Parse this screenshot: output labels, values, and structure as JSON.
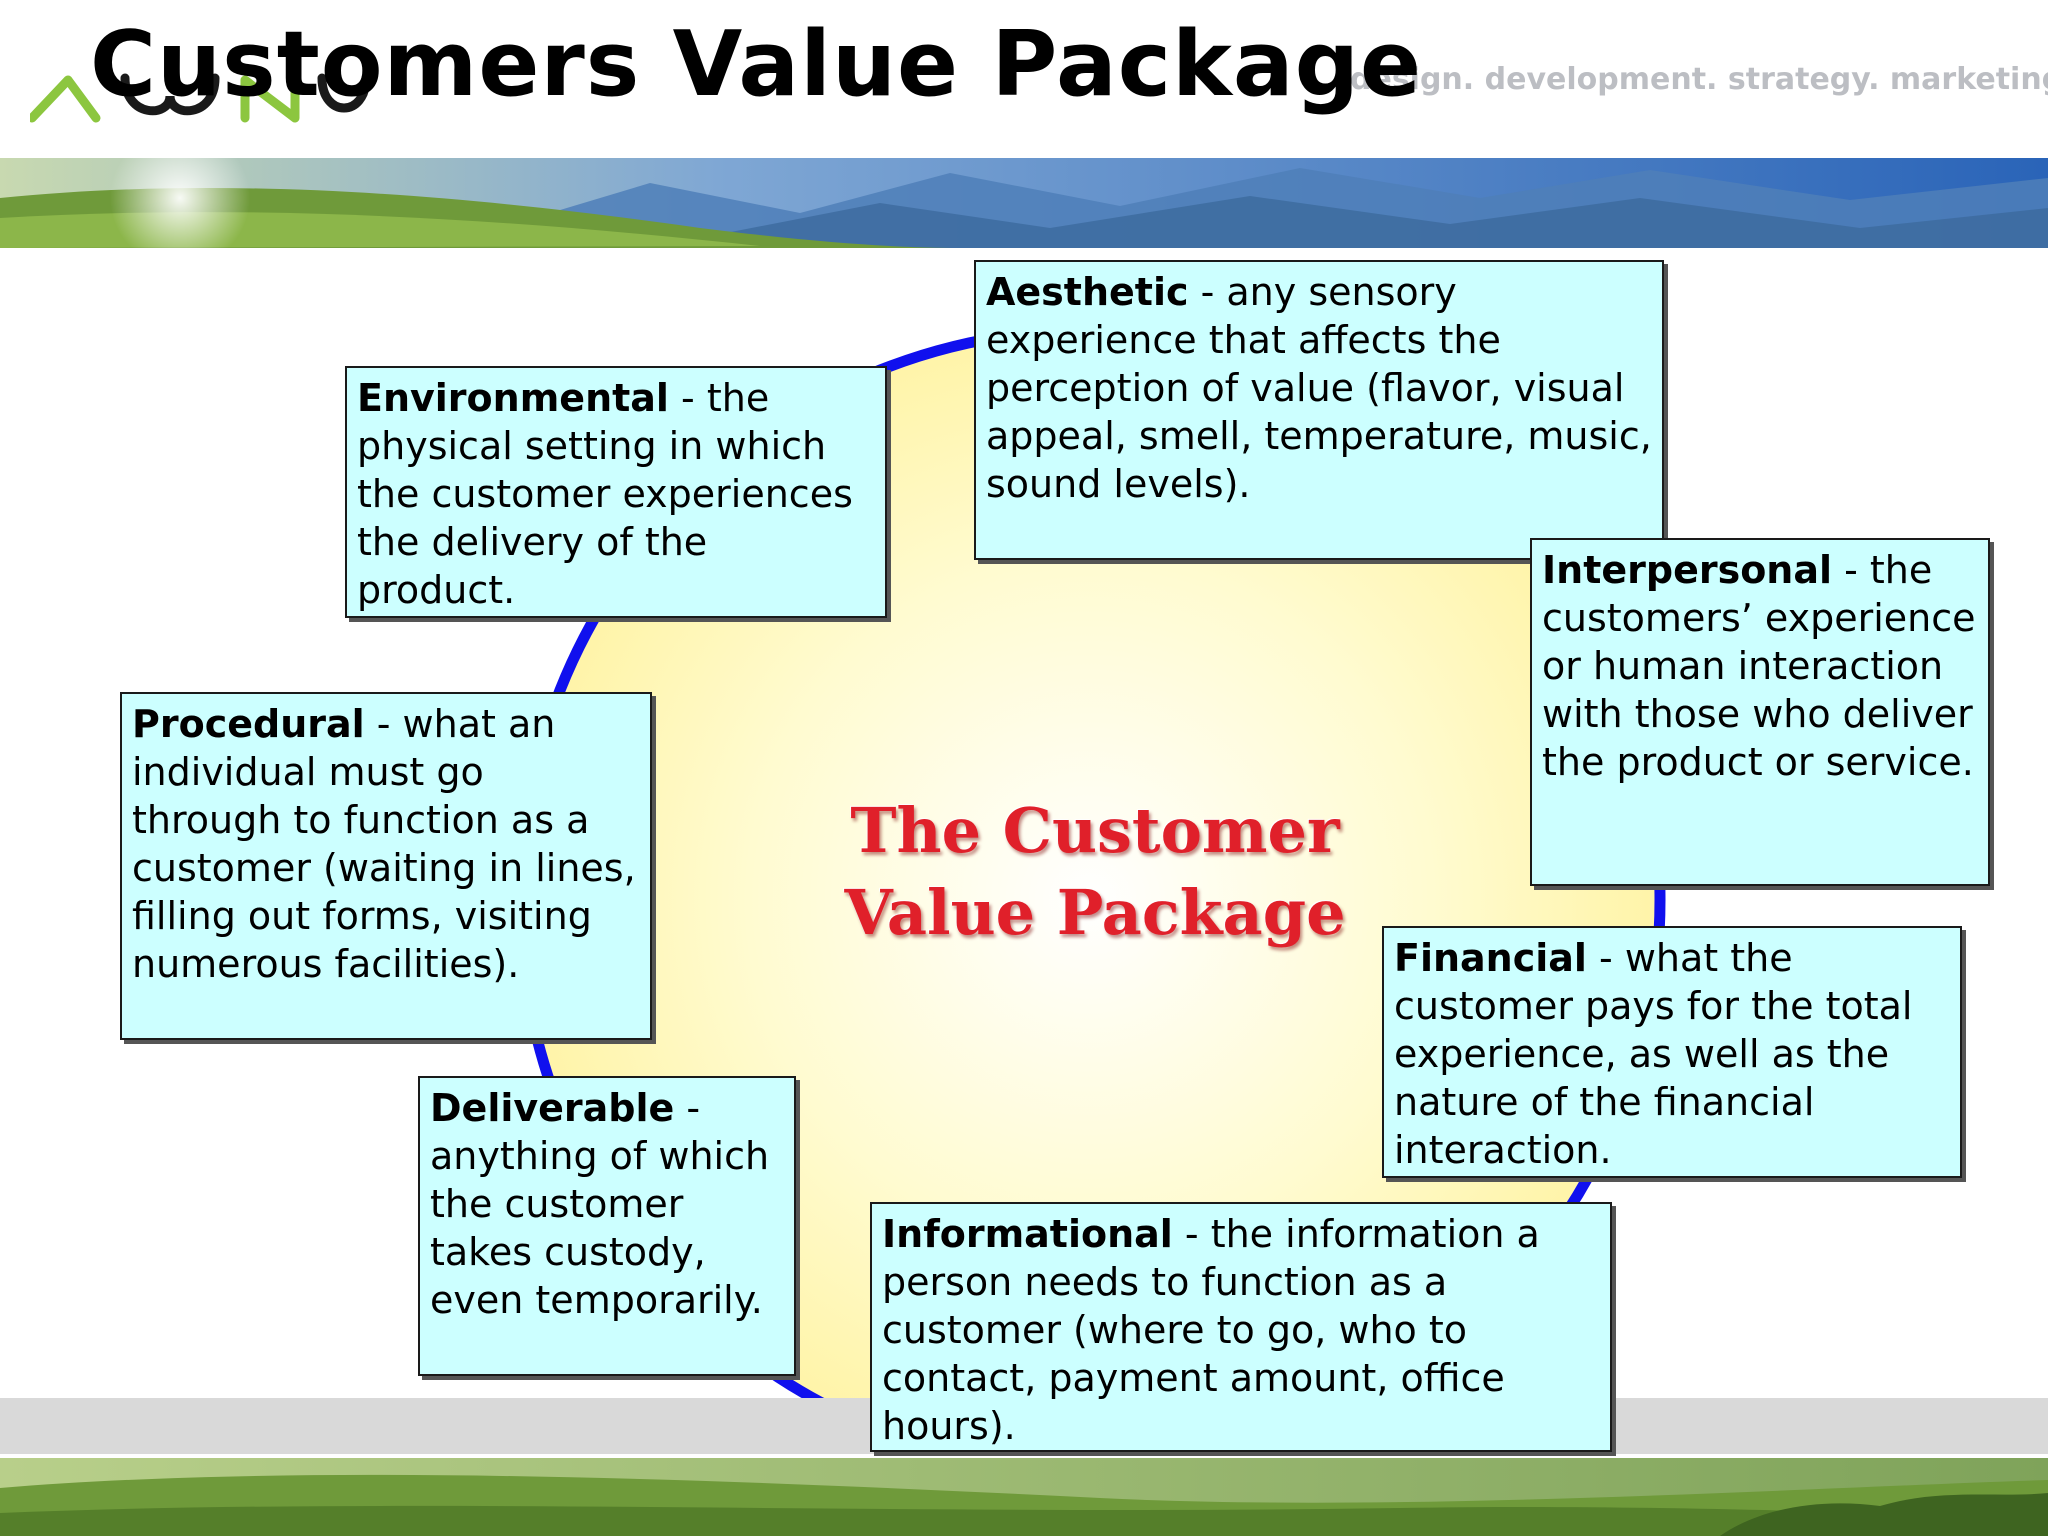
{
  "header": {
    "title": "Customers Value Package",
    "tagline": "design. development. strategy. marketing."
  },
  "diagram": {
    "center_label_line1": "The Customer",
    "center_label_line2": "Value Package",
    "ring_color": "#1010ee",
    "fill_color": "#fff8b8",
    "box_color": "#ccffff",
    "components": [
      {
        "id": "aesthetic",
        "term": "Aesthetic",
        "description": " - any sensory experience that affects the perception of value (flavor, visual appeal, smell, temperature, music, sound levels)."
      },
      {
        "id": "environmental",
        "term": "Environmental",
        "description": " - the physical setting in which the customer experiences the delivery of the product."
      },
      {
        "id": "interpersonal",
        "term": "Interpersonal",
        "description": " - the customers’ experience or human interaction with those who deliver the product or service."
      },
      {
        "id": "procedural",
        "term": "Procedural",
        "description": " - what an individual must go through to function as a customer (waiting in lines, filling out forms, visiting numerous facilities)."
      },
      {
        "id": "financial",
        "term": "Financial",
        "description": " - what the customer pays for the total experience, as well as the nature of the financial interaction."
      },
      {
        "id": "deliverable",
        "term": "Deliverable",
        "description": " - anything of which the customer takes custody, even temporarily."
      },
      {
        "id": "informational",
        "term": "Informational",
        "description": " - the information a person needs to function as a customer (where to go, who to contact, payment amount, office hours)."
      }
    ]
  }
}
